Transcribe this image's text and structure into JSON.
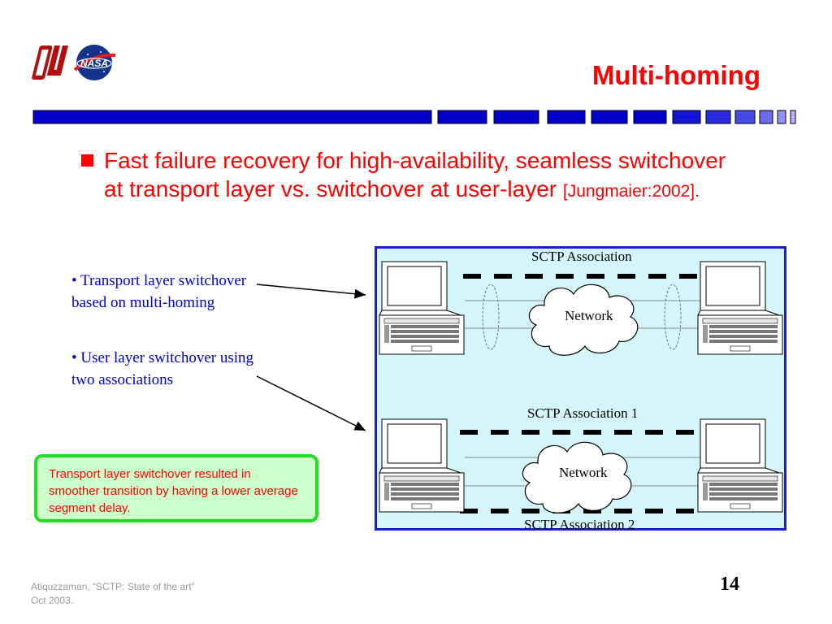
{
  "slide": {
    "title": "Multi-homing",
    "bullet": {
      "text": "Fast failure recovery for high-availability, seamless switchover at transport layer vs. switchover at user-layer",
      "citation": "[Jungmaier:2002].",
      "marker_icon": "square-bullet-icon"
    },
    "side_points": [
      "• Transport layer switchover based on multi-homing",
      "• User layer switchover using two associations"
    ],
    "diagram": {
      "top_association_label": "SCTP Association",
      "top_network_label": "Network",
      "bottom_association1_label": "SCTP Association 1",
      "bottom_network_label": "Network",
      "bottom_association2_label": "SCTP Association 2"
    },
    "callout": "Transport layer switchover resulted in smoother transition by having a lower average segment delay.",
    "footer": {
      "line1": "Atiquzzaman, “SCTP: State of the art”",
      "line2": "Oct 2003."
    },
    "page_number": "14"
  },
  "logos": {
    "ou_logo_icon": "ou-logo-icon",
    "nasa_logo_icon": "nasa-logo-icon"
  },
  "colors": {
    "title": "#ff0000",
    "body_text": "#ff0000",
    "side_text": "#0000cc",
    "bar": "#0000cc",
    "panel_bg": "#d4f6fb",
    "panel_border": "#1b1bd6",
    "callout_bg": "#ccffcc",
    "callout_border": "#22dd22"
  }
}
